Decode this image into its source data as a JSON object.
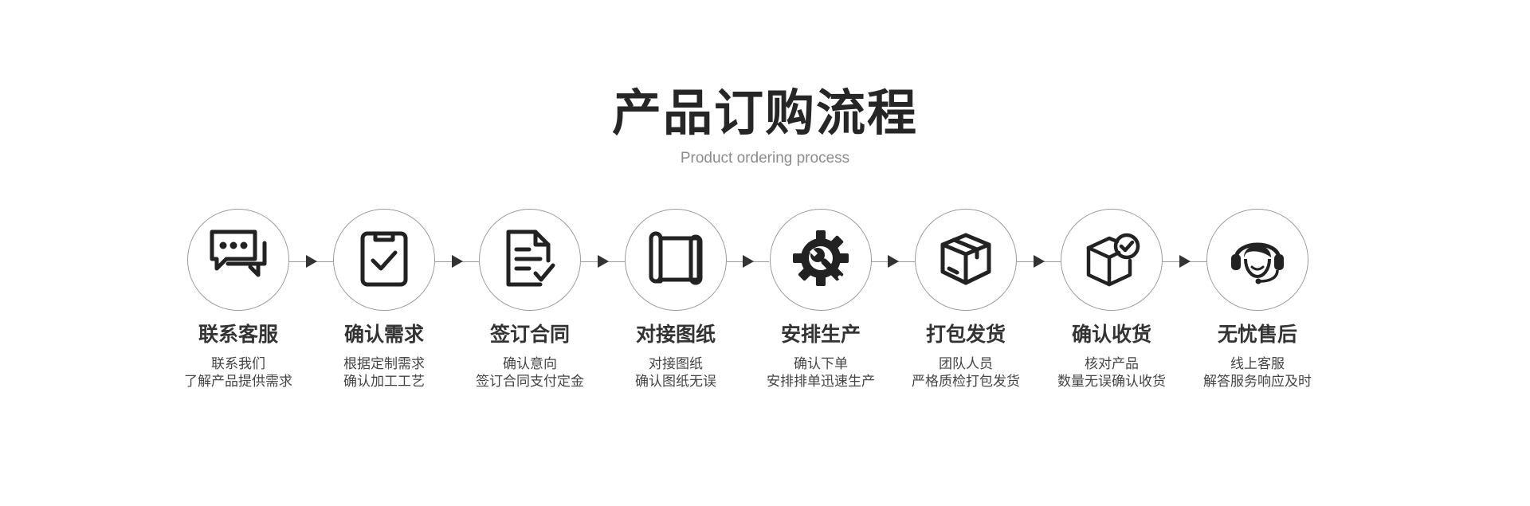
{
  "header": {
    "title": "产品订购流程",
    "subtitle": "Product ordering process"
  },
  "steps": [
    {
      "icon": "chat-bubbles-icon",
      "title": "联系客服",
      "desc": [
        "联系我们",
        "了解产品提供需求"
      ]
    },
    {
      "icon": "clipboard-check-icon",
      "title": "确认需求",
      "desc": [
        "根据定制需求",
        "确认加工工艺"
      ]
    },
    {
      "icon": "document-check-icon",
      "title": "签订合同",
      "desc": [
        "确认意向",
        "签订合同支付定金"
      ]
    },
    {
      "icon": "blueprint-scroll-icon",
      "title": "对接图纸",
      "desc": [
        "对接图纸",
        "确认图纸无误"
      ]
    },
    {
      "icon": "gear-wrench-icon",
      "title": "安排生产",
      "desc": [
        "确认下单",
        "安排排单迅速生产"
      ]
    },
    {
      "icon": "package-box-icon",
      "title": "打包发货",
      "desc": [
        "团队人员",
        "严格质检打包发货"
      ]
    },
    {
      "icon": "box-check-icon",
      "title": "确认收货",
      "desc": [
        "核对产品",
        "数量无误确认收货"
      ]
    },
    {
      "icon": "headset-support-icon",
      "title": "无忧售后",
      "desc": [
        "线上客服",
        "解答服务响应及时"
      ]
    }
  ],
  "colors": {
    "icon": "#222222",
    "circle_border": "#9a9a9a",
    "arrow": "#333333",
    "subtitle": "#8c8c8c"
  }
}
